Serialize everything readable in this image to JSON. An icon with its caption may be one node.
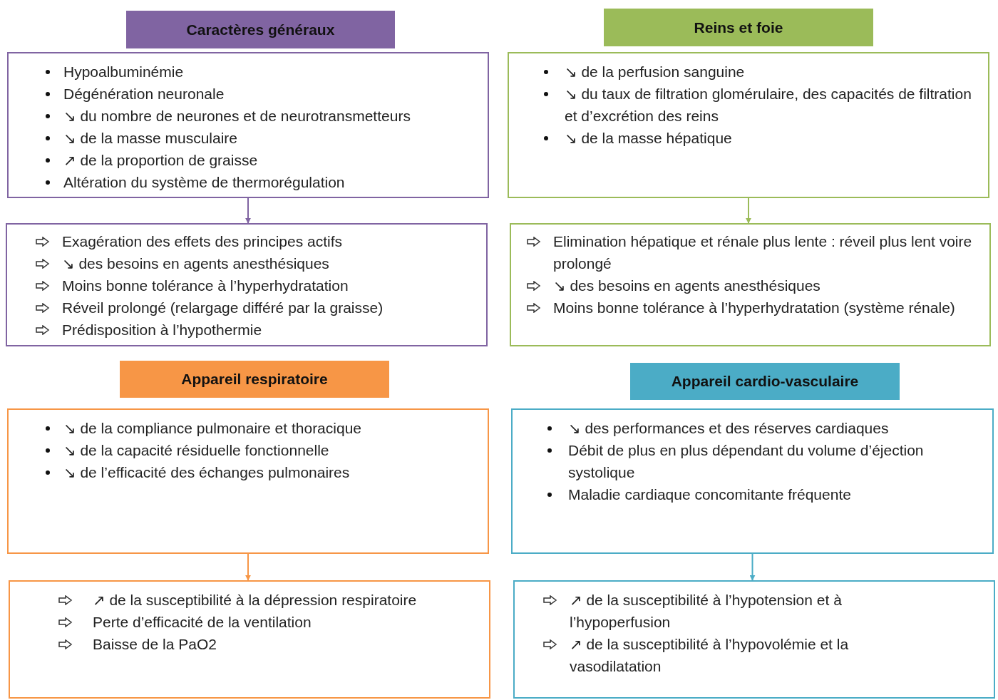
{
  "diagram": {
    "nodes": [
      {
        "text": [
          "Caractères généraux"
        ]
      },
      {
        "text": [
          "Hypoalbuminémie",
          "Dégénération neuronale",
          "↘ du nombre de neurones et de neurotransmetteurs",
          "↘ de la masse musculaire",
          "↗ de la proportion de graisse",
          "Altération du système de thermorégulation"
        ]
      },
      {
        "text": [
          "Exagération des effets des principes actifs",
          "↘ des besoins en agents anesthésiques",
          "Moins bonne tolérance à l’hyperhydratation",
          "Réveil prolongé (relargage différé par la graisse)",
          "Prédisposition à l’hypothermie"
        ]
      },
      {
        "text": [
          "Reins et foie"
        ]
      },
      {
        "text": [
          "↘ de la perfusion sanguine",
          "↘ du taux de filtration glomérulaire, des capacités de filtration et d’excrétion des reins",
          "↘ de la masse hépatique"
        ]
      },
      {
        "text": [
          "Elimination hépatique et rénale plus lente : réveil plus lent voire prolongé",
          "↘ des besoins en agents anesthésiques",
          "Moins bonne tolérance à l’hyperhydratation (système rénale)"
        ]
      },
      {
        "text": [
          "Appareil respiratoire"
        ]
      },
      {
        "text": [
          "↘ de la compliance pulmonaire et thoracique",
          "↘ de la capacité résiduelle fonctionnelle",
          "↘ de l’efficacité des échanges pulmonaires"
        ]
      },
      {
        "text": [
          "↗ de la susceptibilité à la dépression respiratoire",
          "Perte d’efficacité de la ventilation",
          "Baisse de la PaO2"
        ]
      },
      {
        "text": [
          "Appareil cardio-vasculaire"
        ]
      },
      {
        "text": [
          "↘ des performances et des réserves cardiaques",
          "Débit de plus en plus dépendant du volume d’éjection systolique",
          "Maladie cardiaque concomitante fréquente"
        ]
      },
      {
        "text": [
          "↗ de la susceptibilité à l’hypotension et à l’hypoperfusion",
          "↗ de la susceptibilité à l’hypovolémie et la vasodilatation"
        ]
      }
    ],
    "edges": [
      {
        "from": 1,
        "to": 2,
        "arrow": "to",
        "color": "#8064a2"
      },
      {
        "from": 4,
        "to": 5,
        "arrow": "to",
        "color": "#9bbb59"
      },
      {
        "from": 7,
        "to": 8,
        "arrow": "to",
        "color": "#f79646"
      },
      {
        "from": 10,
        "to": 11,
        "arrow": "to",
        "color": "#4bacc6"
      }
    ]
  }
}
